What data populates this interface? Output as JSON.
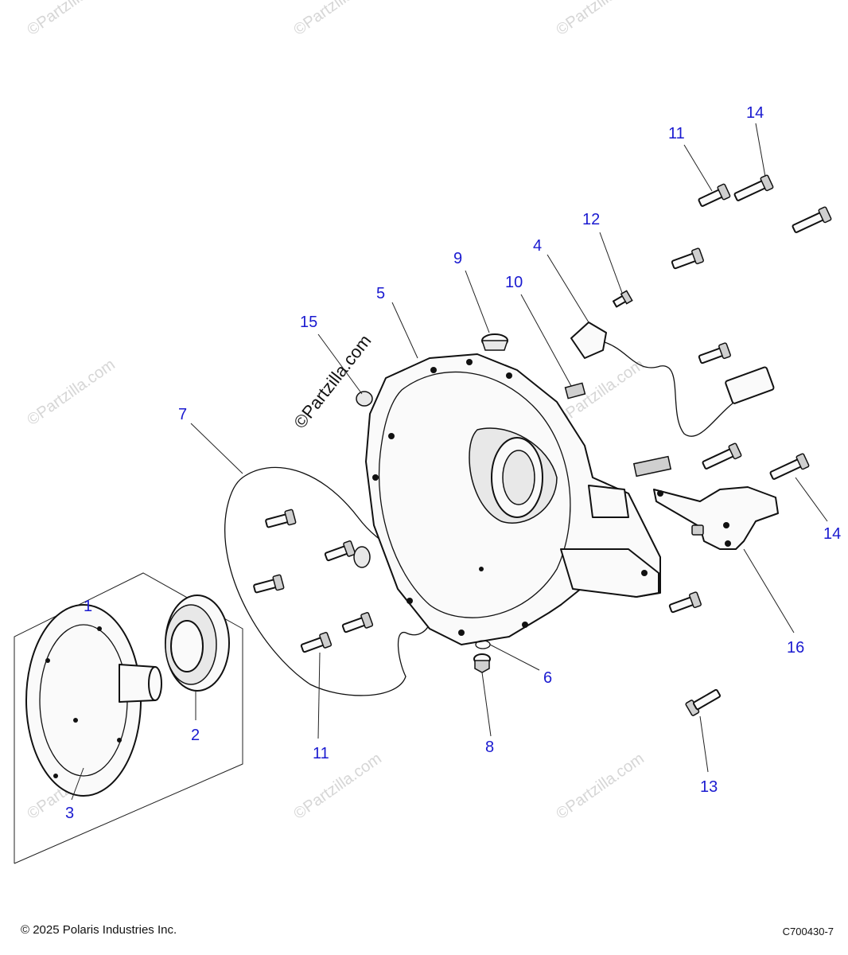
{
  "watermark": "©Partzilla.com",
  "callouts": {
    "c1": "1",
    "c2": "2",
    "c3": "3",
    "c4": "4",
    "c5": "5",
    "c6": "6",
    "c7": "7",
    "c8": "8",
    "c9": "9",
    "c10": "10",
    "c11a": "11",
    "c11b": "11",
    "c12": "12",
    "c13": "13",
    "c14a": "14",
    "c14b": "14",
    "c15": "15",
    "c16": "16"
  },
  "footer": {
    "copyright": "© 2025 Polaris Industries Inc.",
    "figure_code": "C700430-7"
  }
}
